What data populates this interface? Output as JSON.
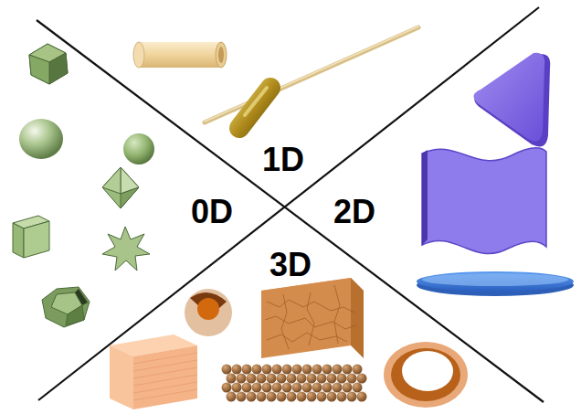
{
  "diagram": {
    "labels": [
      "1D",
      "0D",
      "2D",
      "3D"
    ]
  }
}
